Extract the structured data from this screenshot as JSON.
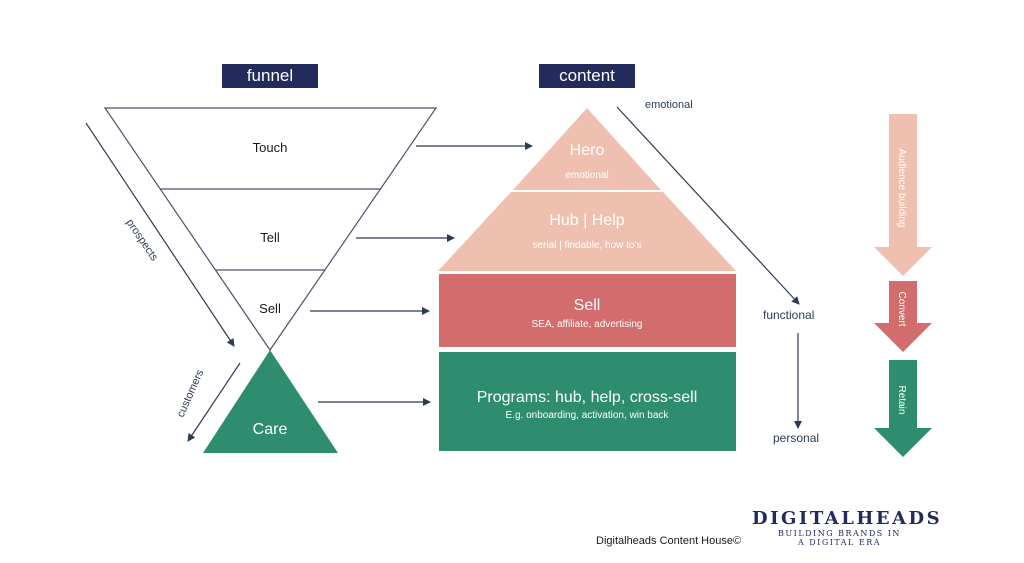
{
  "headers": {
    "funnel": "funnel",
    "content": "content"
  },
  "funnel": {
    "touch": "Touch",
    "tell": "Tell",
    "sell": "Sell",
    "care": "Care",
    "prospects": "prospects",
    "customers": "customers"
  },
  "pyramid": {
    "hero_title": "Hero",
    "hero_sub": "emotional",
    "hubhelp_title": "Hub | Help",
    "hubhelp_sub": "serial | findable, how to’s",
    "sell_title": "Sell",
    "sell_sub": "SEA, affiliate, advertising",
    "programs_title": "Programs: hub, help, cross-sell",
    "programs_sub": "E.g. onboarding, activation, win back"
  },
  "scale": {
    "emotional": "emotional",
    "functional": "functional",
    "personal": "personal"
  },
  "side_arrows": {
    "audience": "Audience building",
    "convert": "Convert",
    "retain": "Retain"
  },
  "footer": {
    "copyright": "Digitalheads Content House©",
    "brand_name": "DIGITALHEADS",
    "brand_tagline_1": "BUILDING BRANDS IN",
    "brand_tagline_2": "A DIGITAL ERA"
  },
  "colors": {
    "navy": "#232a5c",
    "light_salmon": "#efc0b0",
    "salmon_red": "#d36c6c",
    "green": "#2f8d6f"
  }
}
